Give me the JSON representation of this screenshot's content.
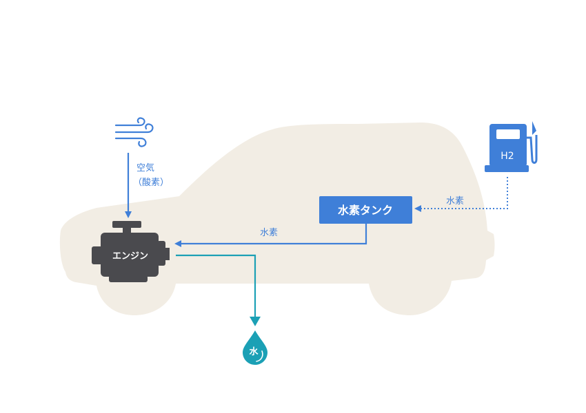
{
  "diagram": {
    "air_label_line1": "空気",
    "air_label_line2": "（酸素）",
    "engine_label": "エンジン",
    "tank_label": "水素タンク",
    "hydrogen_to_engine_label": "水素",
    "hydrogen_refuel_label": "水素",
    "pump_label": "H2",
    "water_label": "水"
  },
  "colors": {
    "car_body": "#f2ede4",
    "blue": "#3f7fd8",
    "teal": "#1ba0b5",
    "engine": "#4a4a4e",
    "white": "#ffffff"
  },
  "icons": {
    "air": "wind-icon",
    "engine": "engine-icon",
    "pump": "fuel-pump-icon",
    "water": "water-drop-icon"
  }
}
